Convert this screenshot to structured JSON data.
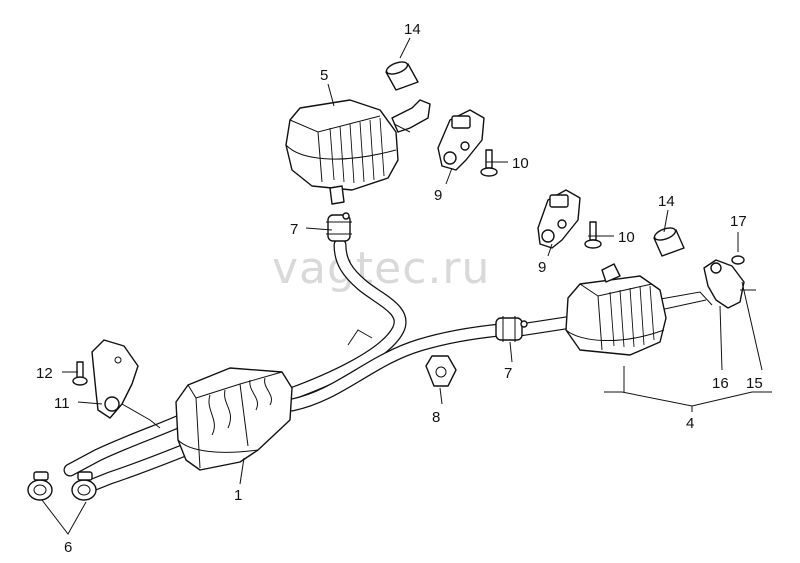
{
  "watermark": "vagtec.ru",
  "callouts": [
    {
      "id": "c1",
      "text": "1"
    },
    {
      "id": "c4",
      "text": "4"
    },
    {
      "id": "c5",
      "text": "5"
    },
    {
      "id": "c6",
      "text": "6"
    },
    {
      "id": "c7a",
      "text": "7"
    },
    {
      "id": "c7b",
      "text": "7"
    },
    {
      "id": "c8",
      "text": "8"
    },
    {
      "id": "c9a",
      "text": "9"
    },
    {
      "id": "c9b",
      "text": "9"
    },
    {
      "id": "c10a",
      "text": "10"
    },
    {
      "id": "c10b",
      "text": "10"
    },
    {
      "id": "c11",
      "text": "11"
    },
    {
      "id": "c12",
      "text": "12"
    },
    {
      "id": "c14a",
      "text": "14"
    },
    {
      "id": "c14b",
      "text": "14"
    },
    {
      "id": "c15",
      "text": "15"
    },
    {
      "id": "c16",
      "text": "16"
    },
    {
      "id": "c17",
      "text": "17"
    }
  ]
}
